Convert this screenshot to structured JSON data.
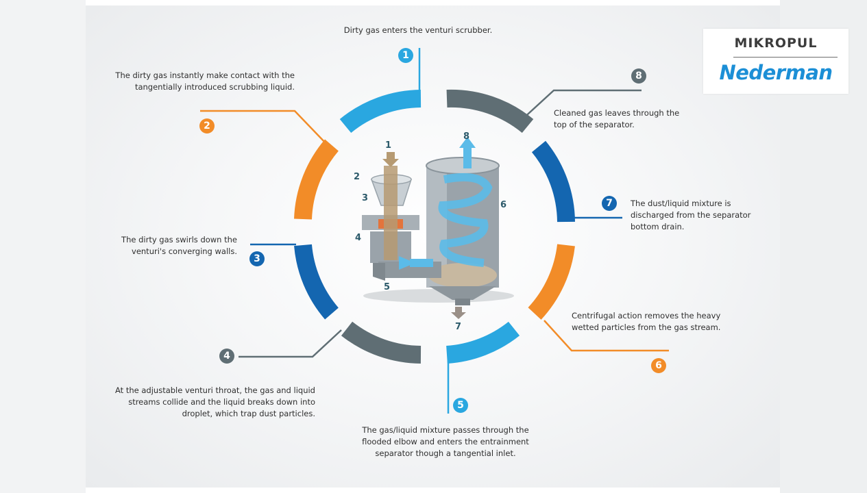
{
  "brand": {
    "top": "MIKROPUL",
    "bottom": "Nederman"
  },
  "colors": {
    "light_blue": "#2aa7e0",
    "orange": "#f28c28",
    "dark_blue": "#1466b0",
    "gray": "#5f6e74"
  },
  "steps": [
    {
      "n": "1",
      "text": [
        "Dirty gas enters the venturi scrubber."
      ]
    },
    {
      "n": "2",
      "text": [
        "The dirty gas instantly make contact with the",
        "tangentially introduced scrubbing liquid."
      ]
    },
    {
      "n": "3",
      "text": [
        "The dirty gas swirls down the",
        "venturi's converging walls."
      ]
    },
    {
      "n": "4",
      "text": [
        "At the adjustable venturi throat, the gas and liquid",
        "streams collide and the liquid breaks down into",
        "droplet, which trap dust particles."
      ]
    },
    {
      "n": "5",
      "text": [
        "The gas/liquid mixture passes through the",
        "flooded elbow and enters the entrainment",
        "separator though a tangential inlet."
      ]
    },
    {
      "n": "6",
      "text": [
        "Centrifugal action removes the heavy",
        "wetted particles from the gas stream."
      ]
    },
    {
      "n": "7",
      "text": [
        "The dust/liquid mixture is",
        "discharged from the separator",
        "bottom drain."
      ]
    },
    {
      "n": "8",
      "text": [
        "Cleaned gas leaves through the",
        "top of the separator."
      ]
    }
  ],
  "part_labels": [
    "1",
    "2",
    "3",
    "4",
    "5",
    "6",
    "7",
    "8"
  ]
}
